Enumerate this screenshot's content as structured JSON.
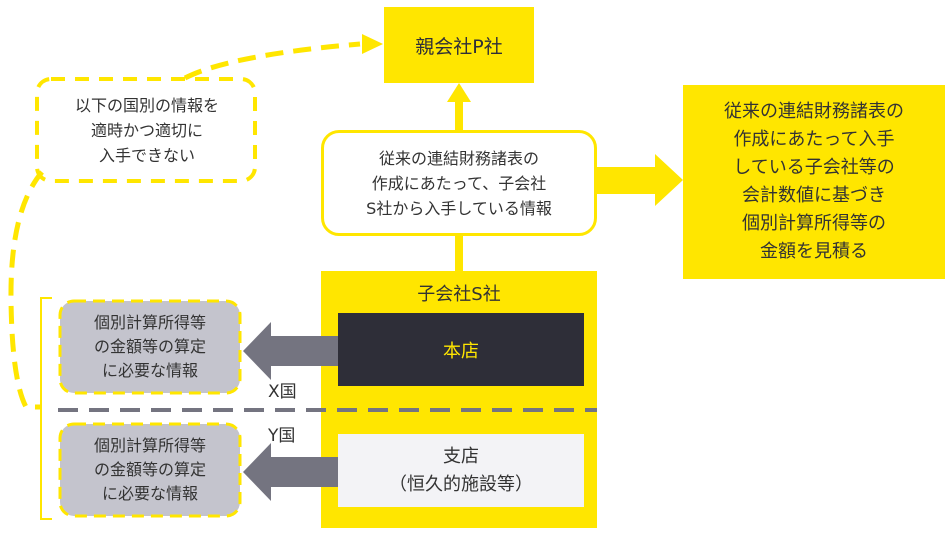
{
  "diagram": {
    "parent_company": "親会社P社",
    "info_from_subsidiary": {
      "lines": [
        "従来の連結財務諸表の",
        "作成にあたって、子会社",
        "S社から入手している情報"
      ]
    },
    "estimate": {
      "lines": [
        "従来の連結財務諸表の",
        "作成にあたって入手",
        "している子会社等の",
        "会計数値に基づき",
        "個別計算所得等の",
        "金額を見積る"
      ]
    },
    "callout": {
      "lines": [
        "以下の国別の情報を",
        "適時かつ適切に",
        "入手できない"
      ]
    },
    "subsidiary": {
      "title": "子会社S社",
      "head_office": "本店",
      "branch": {
        "lines": [
          "支店",
          "（恒久的施設等）"
        ]
      }
    },
    "countries": {
      "x": "X国",
      "y": "Y国"
    },
    "required_info_x": {
      "lines": [
        "個別計算所得等",
        "の金額等の算定",
        "に必要な情報"
      ]
    },
    "required_info_y": {
      "lines": [
        "個別計算所得等",
        "の金額等の算定",
        "に必要な情報"
      ]
    },
    "colors": {
      "accent_yellow": "#FFE600",
      "dark": "#2e2e38",
      "gray_box": "#c4c4cd",
      "gray_arrow": "#747480",
      "light_box": "#f3f3f6"
    }
  }
}
